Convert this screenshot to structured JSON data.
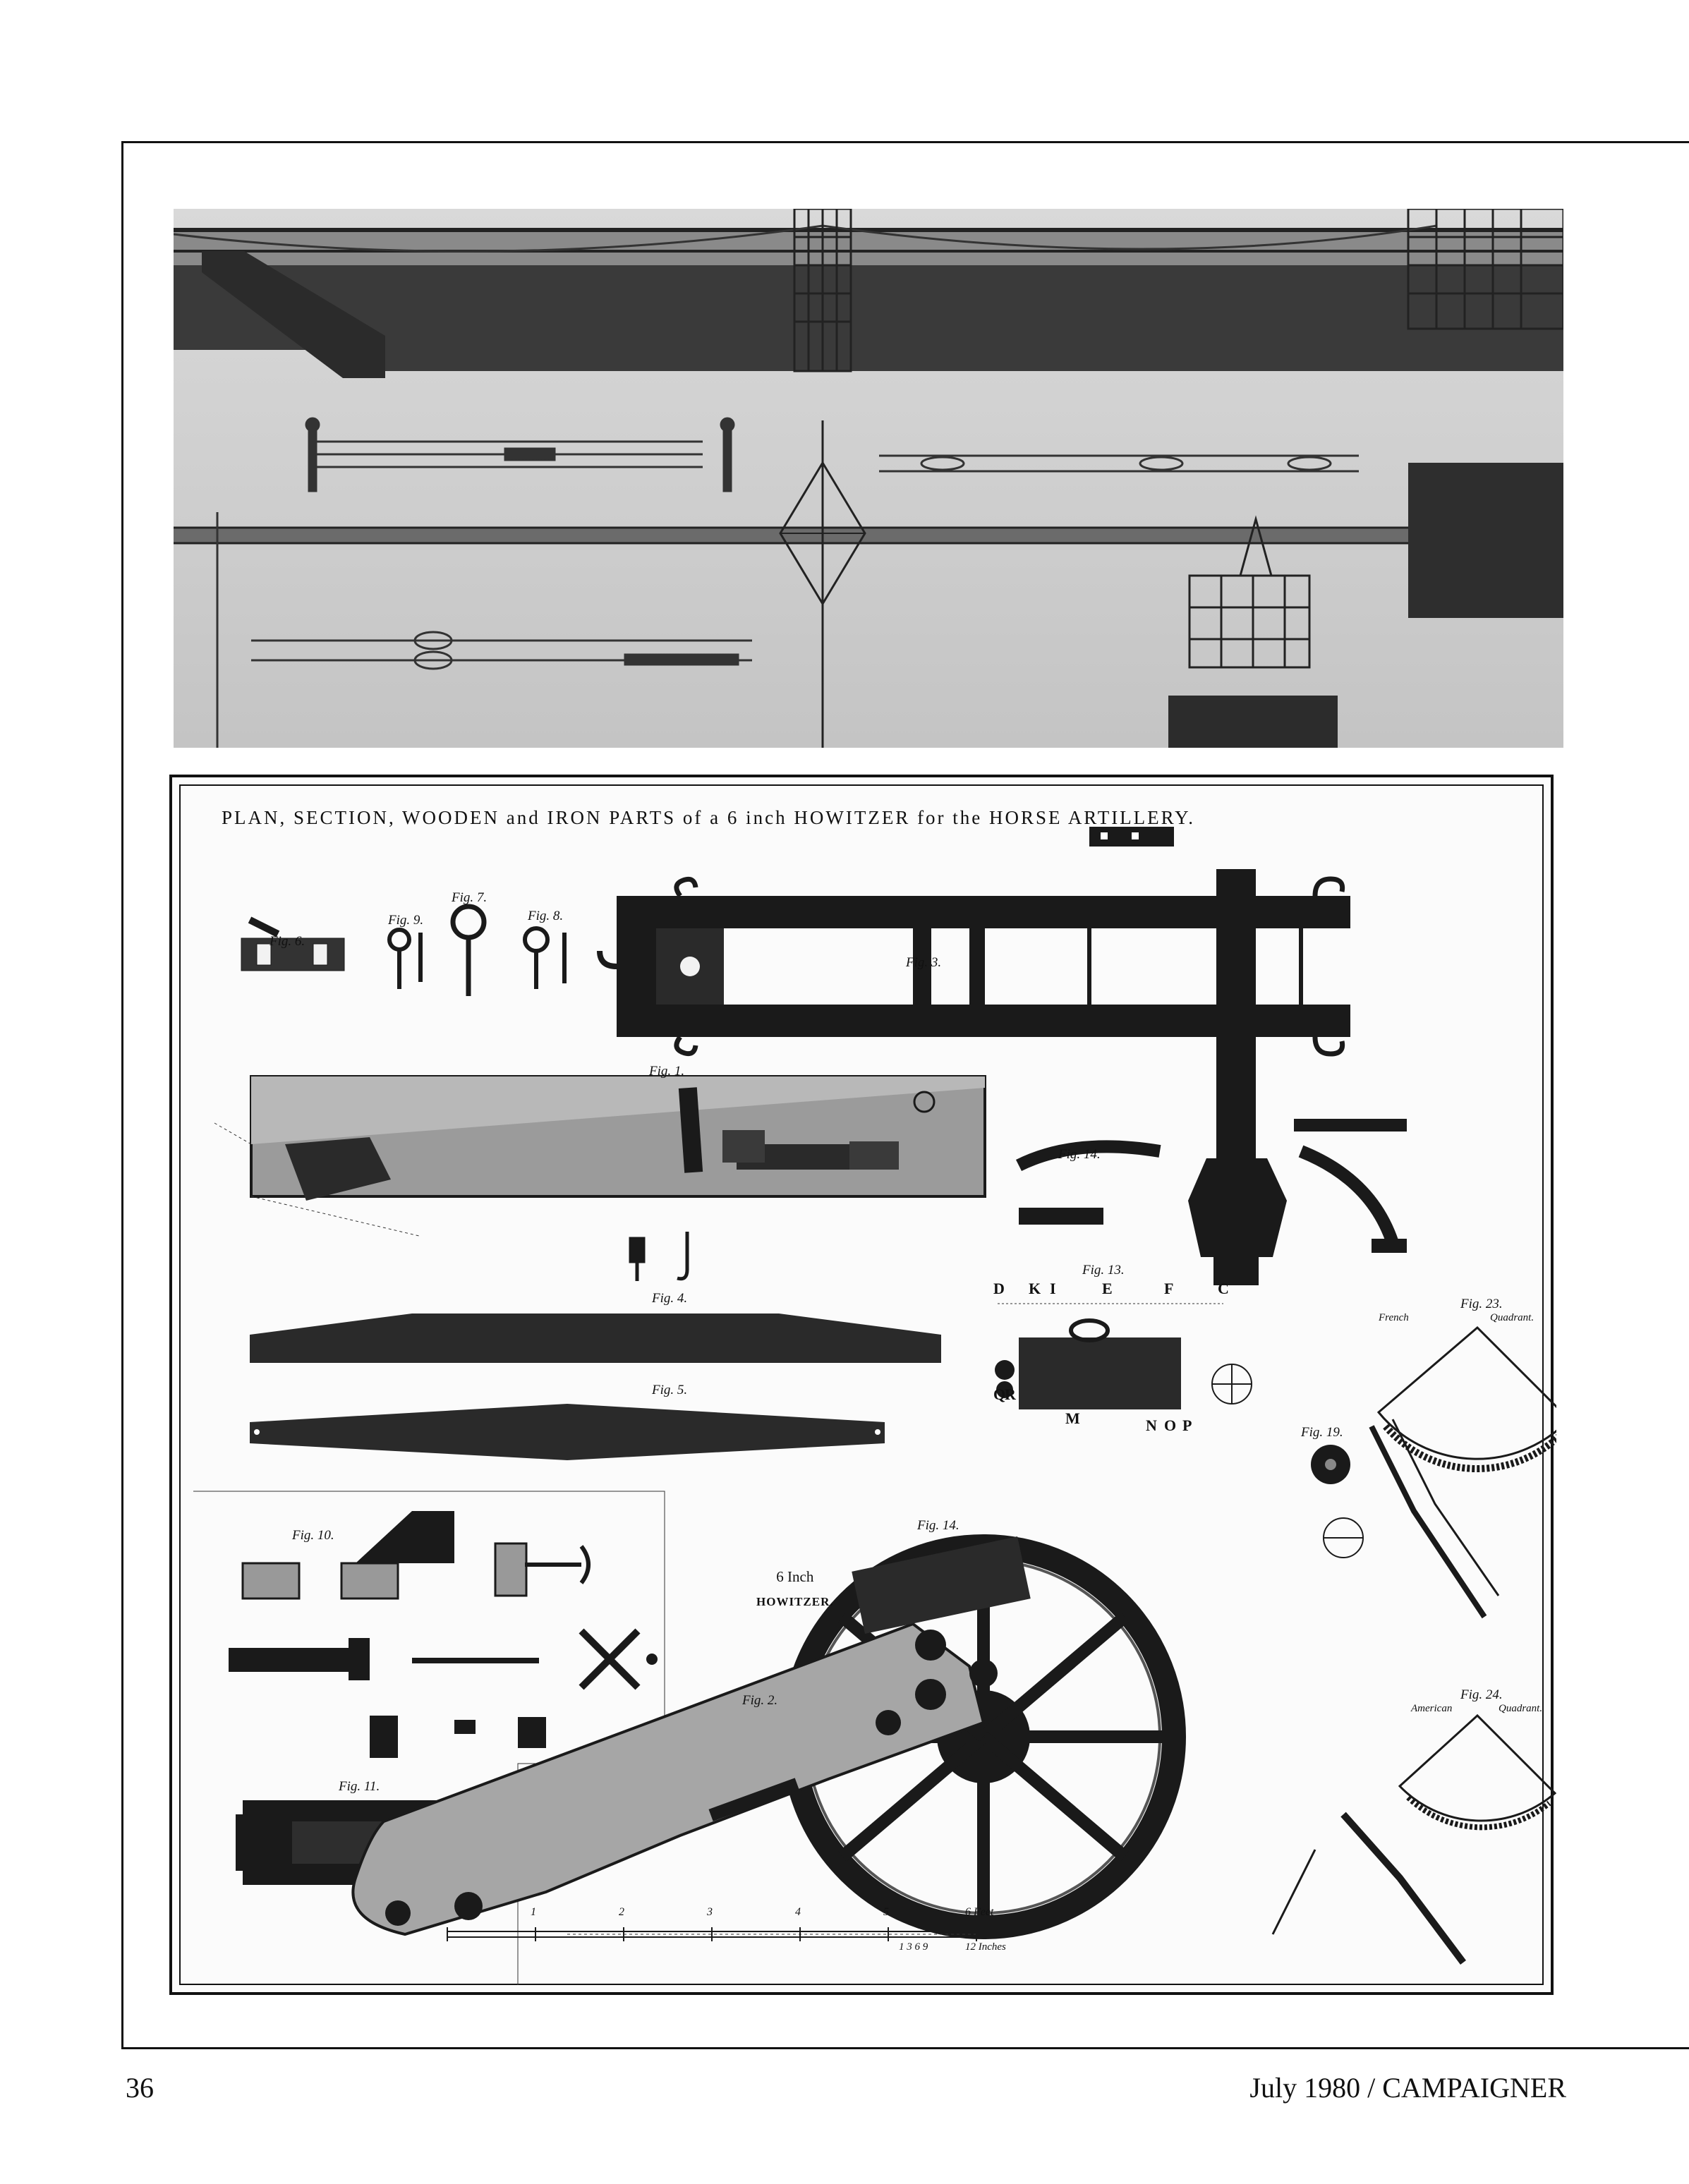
{
  "plate": {
    "title": "PLAN, SECTION, WOODEN and IRON PARTS of a 6 inch HOWITZER for the HORSE ARTILLERY.",
    "figures": {
      "fig1": "Fig. 1.",
      "fig2": "Fig. 2.",
      "fig3": "Fig. 3.",
      "fig4": "Fig. 4.",
      "fig5": "Fig. 5.",
      "fig6": "Fig. 6.",
      "fig7": "Fig. 7.",
      "fig8": "Fig. 8.",
      "fig9": "Fig. 9.",
      "fig10": "Fig. 10.",
      "fig11": "Fig. 11.",
      "fig13": "Fig. 13.",
      "fig14a": "Fig. 14.",
      "fig14b": "Fig. 14.",
      "fig19": "Fig. 19.",
      "fig23": "Fig. 23.",
      "fig24": "Fig. 24."
    },
    "howitzer_label": {
      "line1": "6 Inch",
      "line2": "HOWITZER."
    },
    "quadrant_french": {
      "left": "French",
      "right": "Quadrant."
    },
    "quadrant_american": {
      "left": "American",
      "right": "Quadrant."
    },
    "fig13_letters": [
      "D",
      "K",
      "I",
      "E",
      "F",
      "C"
    ],
    "fig13_bottom": [
      "Q",
      "R",
      "M",
      "N",
      "O",
      "P"
    ],
    "scale": {
      "ticks": [
        "1",
        "2",
        "3",
        "4",
        "5"
      ],
      "feet": "6 Feet",
      "inch_ticks": "1 3 6 9",
      "inches": "12 Inches"
    }
  },
  "footer": {
    "page_number": "36",
    "running_head": "July 1980 / CAMPAIGNER"
  }
}
